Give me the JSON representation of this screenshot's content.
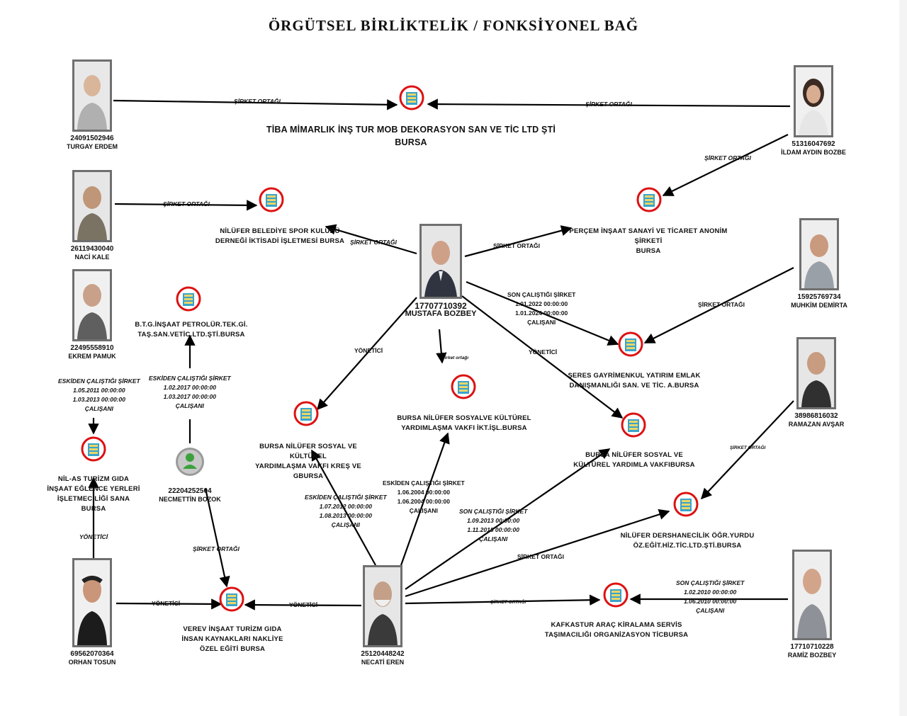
{
  "title": "ÖRGÜTSEL BİRLİKTELİK / FONKSİYONEL BAĞ",
  "people": {
    "turgay": {
      "id": "24091502946",
      "name": "TURGAY ERDEM"
    },
    "ildam": {
      "id": "51316047692",
      "name": "İLDAM AYDIN BOZBE"
    },
    "naci": {
      "id": "26119430040",
      "name": "NACİ KALE"
    },
    "mustafa": {
      "id": "17707710392",
      "name": "MUSTAFA BOZBEY"
    },
    "muhkim": {
      "id": "15925769734",
      "name": "MUHKİM DEMİRTA"
    },
    "ekrem": {
      "id": "22495558910",
      "name": "EKREM PAMUK"
    },
    "ramazan": {
      "id": "38986816032",
      "name": "RAMAZAN AVŞAR"
    },
    "necmettin": {
      "id": "22204252504",
      "name": "NECMETTİN BOZOK"
    },
    "orhan": {
      "id": "69562070364",
      "name": "ORHAN TOSUN"
    },
    "necati": {
      "id": "25120448242",
      "name": "NECATİ EREN"
    },
    "ramiz": {
      "id": "17710710228",
      "name": "RAMİZ BOZBEY"
    }
  },
  "companies": {
    "tiba": {
      "line1": "TİBA MİMARLIK İNŞ TUR MOB DEKORASYON SAN VE TİC LTD ŞTİ",
      "line2": "BURSA"
    },
    "nilufer_spor": {
      "line1": "NİLÜFER BELEDİYE SPOR KULÜBÜ",
      "line2": "DERNEĞİ İKTİSADİ İŞLETMESİ BURSA"
    },
    "percem": {
      "line1": "PERÇEM İNŞAAT SANAYİ VE TİCARET ANONİM ŞİRKETİ",
      "line2": "BURSA"
    },
    "btg": {
      "line1": "B.T.G.İNŞAAT PETROLÜR.TEK.Gİ.",
      "line2": "TAŞ.SAN.VETİC.LTD.ŞTİ.BURSA"
    },
    "seres": {
      "line1": "SERES GAYRİMENKUL YATIRIM EMLAK",
      "line2": "DANIŞMANLIĞI SAN. VE TİC. A.BURSA"
    },
    "bnsy_kres": {
      "line1": "BURSA NİLÜFER SOSYAL VE KÜLTÜREL",
      "line2": "YARDIMLAŞMA VAKFI KREŞ VE GBURSA"
    },
    "bnsy_ikt": {
      "line1": "BURSA NİLÜFER SOSYALVE KÜLTÜREL",
      "line2": "YARDIMLAŞMA VAKFI İKT.İŞL.BURSA"
    },
    "bnsy_vakif": {
      "line1": "BURSA NİLÜFER SOSYAL VE",
      "line2": "KÜLTÜREL YARDIMLA VAKFIBURSA"
    },
    "nilas": {
      "line1": "NİL-AS TURİZM GIDA",
      "line2": "İNŞAAT EĞLENCE YERLERİ",
      "line3": "İŞLETMECİLİĞİ SANA",
      "line4": "BURSA"
    },
    "dershane": {
      "line1": "NİLÜFER DERSHANECİLİK ÖĞR.YURDU",
      "line2": "ÖZ.EĞİT.HİZ.TİC.LTD.ŞTİ.BURSA"
    },
    "verev": {
      "line1": "VEREV İNŞAAT TURİZM GIDA",
      "line2": "İNSAN KAYNAKLARI NAKLİYE",
      "line3": "ÖZEL EĞİTİ BURSA"
    },
    "kafkastur": {
      "line1": "KAFKASTUR ARAÇ KİRALAMA SERVİS",
      "line2": "TAŞIMACILIĞI ORGANİZASYON TİCBURSA"
    }
  },
  "labels": {
    "sirket_ortagi": "ŞİRKET ORTAĞI",
    "sirket_ortagi_lower": "şirket ortağı",
    "yonetici": "YÖNETİCİ",
    "yonetici_lower": "YÖNETİCİ"
  },
  "blocks": {
    "mustafa_seres": {
      "l1": "SON ÇALIŞTIĞI ŞİRKET",
      "l2": "1.01.2022 00:00:00",
      "l3": "1.01.2024 00:00:00",
      "l4": "ÇALIŞANI"
    },
    "ekrem_nilas": {
      "l1": "ESKİDEN ÇALIŞTIĞI ŞİRKET",
      "l2": "1.05.2011 00:00:00",
      "l3": "1.03.2013 00:00:00",
      "l4": "ÇALIŞANI"
    },
    "necmettin_btg": {
      "l1": "ESKİDEN ÇALIŞTIĞI ŞİRKET",
      "l2": "1.02.2017 00:00:00",
      "l3": "1.03.2017 00:00:00",
      "l4": "ÇALIŞANI"
    },
    "necati_kres": {
      "l1": "ESKİDEN ÇALIŞTIĞI ŞİRKET",
      "l2": "1.07.2012 00:00:00",
      "l3": "1.08.2013 00:00:00",
      "l4": "ÇALIŞANI"
    },
    "necati_ikt": {
      "l1": "ESKİDEN ÇALIŞTIĞI ŞİRKET",
      "l2": "1.06.2004 00:00:00",
      "l3": "1.06.2004 00:00:00",
      "l4": "ÇALIŞANI"
    },
    "necati_vakif": {
      "l1": "SON ÇALIŞTIĞI ŞİRKET",
      "l2": "1.09.2013 00:00:00",
      "l3": "1.11.2018 00:00:00",
      "l4": "ÇALIŞANI"
    },
    "ramiz_kafkastur": {
      "l1": "SON ÇALIŞTIĞI ŞİRKET",
      "l2": "1.02.2010 00:00:00",
      "l3": "1.06.2010 00:00:00",
      "l4": "ÇALIŞANI"
    }
  }
}
